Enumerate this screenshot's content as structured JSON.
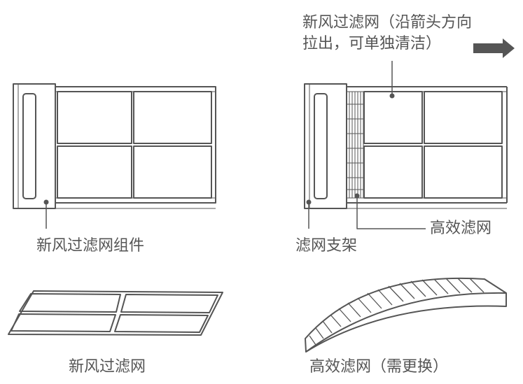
{
  "diagram": {
    "labels": {
      "new_filter_pull_line1": "新风过滤网（沿箭头方向",
      "new_filter_pull_line2": "拉出，可单独清洁）",
      "filter_assembly": "新风过滤网组件",
      "filter_bracket": "滤网支架",
      "hepa_filter": "高效滤网",
      "new_filter": "新风过滤网",
      "hepa_filter_replace": "高效滤网（需更换）"
    },
    "colors": {
      "stroke": "#555555",
      "text": "#555555",
      "background": "#ffffff"
    }
  }
}
